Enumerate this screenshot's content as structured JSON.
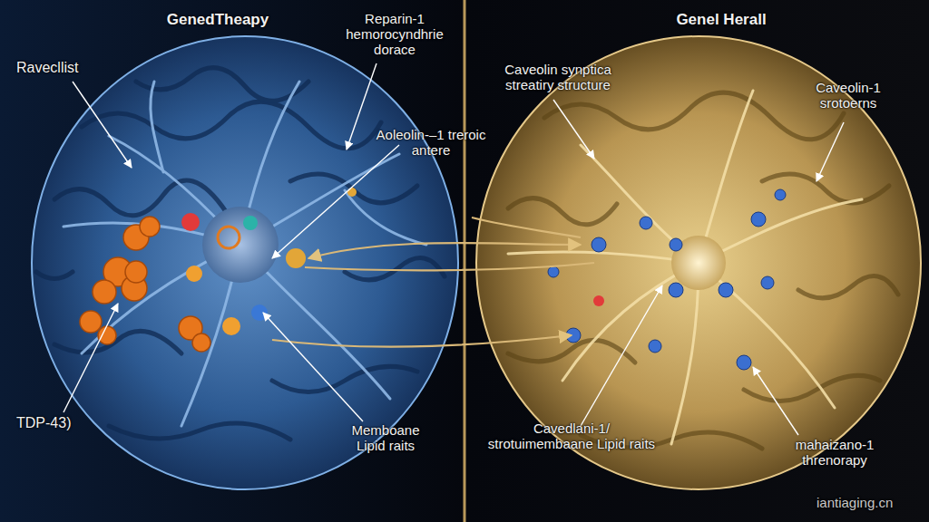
{
  "diagram": {
    "labels": [
      "GenedTheapy",
      "Reparin-1 hemorocyndhrie dorace",
      "Ravecllist",
      "Aoleolin-–1 treroic antere",
      "TDP-43)",
      "Memboane Lipid raits",
      "Genel Herall",
      "Caveolin synptica streatiry structure",
      "Caveolin-1 srotoerns",
      "Cavedlani-1/ strotuimembaane Lipid raits",
      "mahaizano-1 threnorapy",
      "iantiaging.cn"
    ]
  }
}
